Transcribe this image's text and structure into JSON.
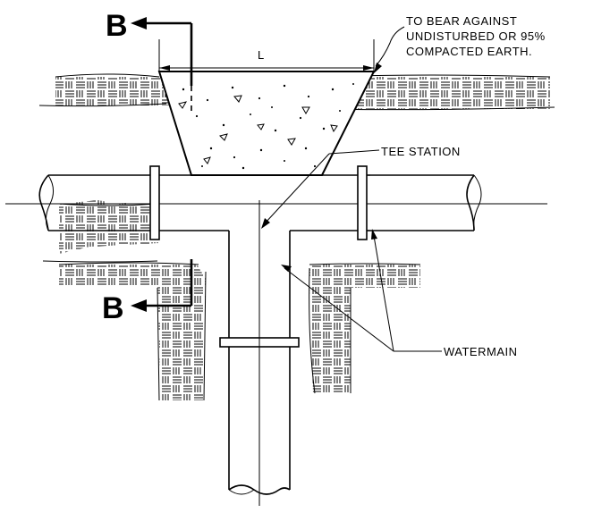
{
  "section_marker_top": "B",
  "section_marker_bottom": "B",
  "dimension_label": "L",
  "note_bearing": [
    "TO BEAR AGAINST",
    "UNDISTURBED OR 95%",
    "COMPACTED EARTH."
  ],
  "label_tee_station": "TEE STATION",
  "label_watermain": "WATERMAIN"
}
